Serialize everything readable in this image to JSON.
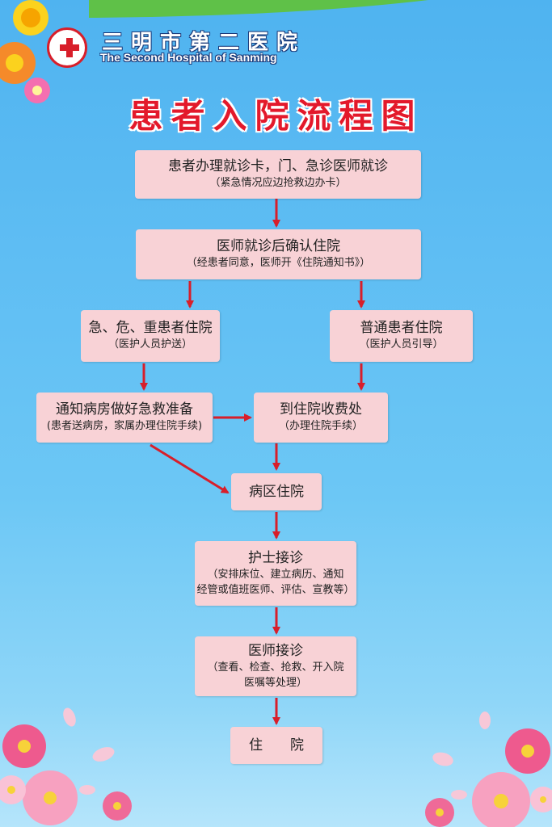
{
  "hospital": {
    "name_cn": "三明市第二医院",
    "name_en": "The Second Hospital of Sanming"
  },
  "title": "患者入院流程图",
  "colors": {
    "arrow": "#d81e2a",
    "box": "#f8d2d6",
    "title": "#e3192b"
  },
  "steps": {
    "card": {
      "line1": "患者办理就诊卡，门、急诊医师就诊",
      "line2": "（紧急情况应边抢救边办卡）"
    },
    "confirm": {
      "line1": "医师就诊后确认住院",
      "line2": "（经患者同意，医师开《住院通知书》）"
    },
    "critical": {
      "line1": "急、危、重患者住院",
      "line2": "（医护人员护送）"
    },
    "normal": {
      "line1": "普通患者住院",
      "line2": "（医护人员引导）"
    },
    "notify": {
      "line1": "通知病房做好急救准备",
      "line2": "(患者送病房，家属办理住院手续)"
    },
    "billing": {
      "line1": "到住院收费处",
      "line2": "（办理住院手续）"
    },
    "ward": {
      "line1": "病区住院"
    },
    "nurse": {
      "line1": "护士接诊",
      "line2": "（安排床位、建立病历、通知",
      "line3": "经管或值班医师、评估、宣教等）"
    },
    "doctor": {
      "line1": "医师接诊",
      "line2": "（查看、检查、抢救、开入院",
      "line3": "医嘱等处理）"
    },
    "admit": {
      "line1": "住　　院"
    }
  }
}
